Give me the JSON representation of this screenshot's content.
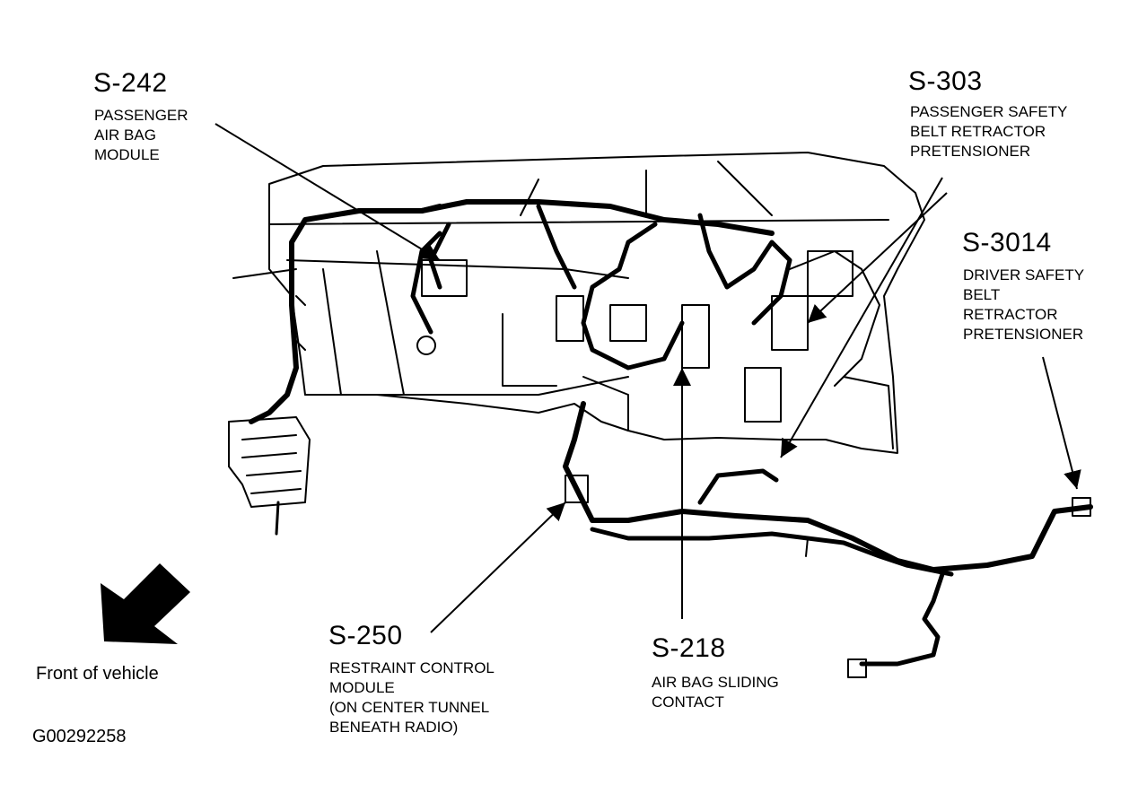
{
  "callouts": [
    {
      "id": "s242",
      "code": "S-242",
      "lines": [
        "PASSENGER",
        "AIR BAG",
        "MODULE"
      ]
    },
    {
      "id": "s303",
      "code": "S-303",
      "lines": [
        "PASSENGER SAFETY",
        "BELT RETRACTOR",
        "PRETENSIONER"
      ]
    },
    {
      "id": "s3014",
      "code": "S-3014",
      "lines": [
        "DRIVER SAFETY",
        "BELT",
        "RETRACTOR",
        "PRETENSIONER"
      ]
    },
    {
      "id": "s250",
      "code": "S-250",
      "lines": [
        "RESTRAINT CONTROL",
        "MODULE",
        "(ON CENTER TUNNEL",
        "BENEATH RADIO)"
      ]
    },
    {
      "id": "s218",
      "code": "S-218",
      "lines": [
        "AIR BAG SLIDING",
        "CONTACT"
      ]
    }
  ],
  "front_label": "Front of vehicle",
  "figure_id": "G00292258"
}
